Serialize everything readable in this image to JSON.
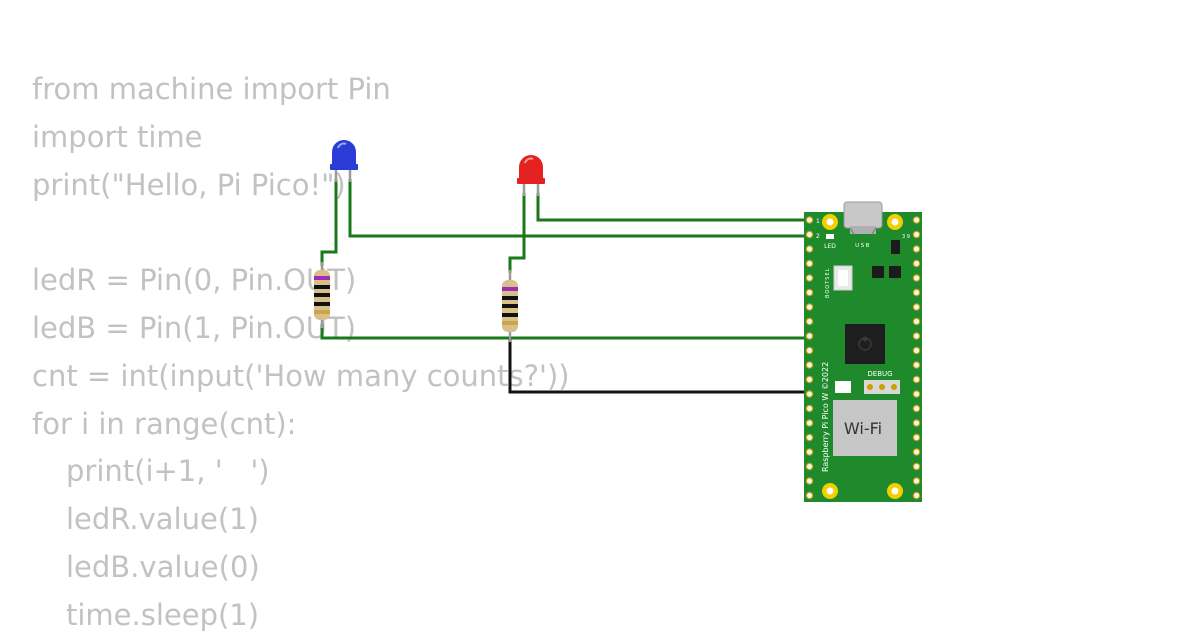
{
  "code": {
    "lines": [
      {
        "text": "from machine import Pin",
        "indent": 0
      },
      {
        "text": "import time",
        "indent": 0
      },
      {
        "text": "print(\"Hello, Pi Pico!\")",
        "indent": 0
      },
      {
        "text": "",
        "indent": 0
      },
      {
        "text": "ledR = Pin(0, Pin.OUT)",
        "indent": 0
      },
      {
        "text": "ledB = Pin(1, Pin.OUT)",
        "indent": 0
      },
      {
        "text": "cnt = int(input('How many counts?'))",
        "indent": 0
      },
      {
        "text": "for i in range(cnt):",
        "indent": 0
      },
      {
        "text": "print(i+1, '   ')",
        "indent": 1
      },
      {
        "text": "ledR.value(1)",
        "indent": 1
      },
      {
        "text": "ledB.value(0)",
        "indent": 1
      },
      {
        "text": "time.sleep(1)",
        "indent": 1
      }
    ]
  },
  "board": {
    "model_text": "Raspberry Pi Pico W ©2022",
    "wifi_label": "Wi-Fi",
    "led_label": "LED",
    "usb_label": "USB",
    "bootsel_label": "BOOTSEL",
    "debug_label": "DEBUG",
    "pin1_label": "1",
    "pin2_label": "2",
    "pin39_label": "3 9",
    "color": "#1f8a2c"
  },
  "components": {
    "led_blue": {
      "color": "#2b3bd6",
      "icon": "led-icon"
    },
    "led_red": {
      "color": "#e52222",
      "icon": "led-icon"
    }
  },
  "wires": {
    "signal_color": "#1a7a1a",
    "ground_color": "#111111"
  }
}
